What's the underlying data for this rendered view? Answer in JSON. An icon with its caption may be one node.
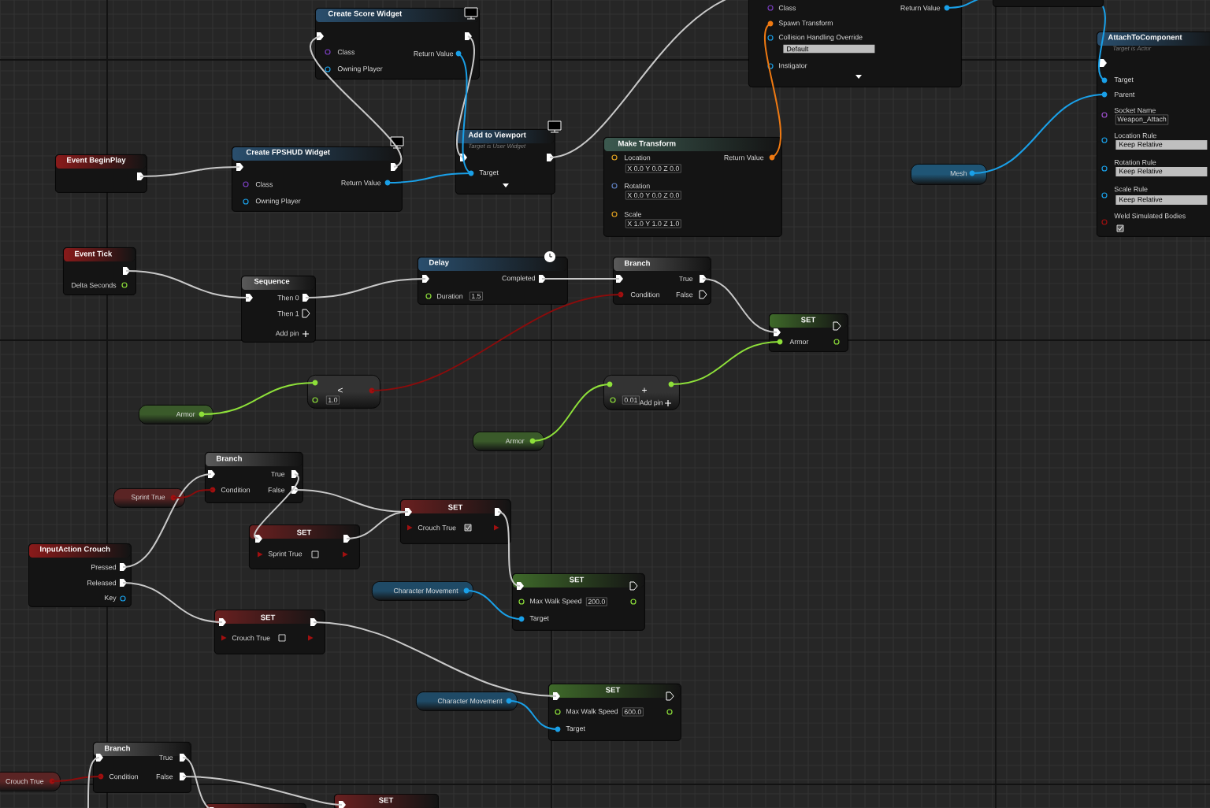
{
  "diagram": {
    "nodes": [
      {
        "text": [
          "Create Score Widget",
          "Class",
          "Owning Player",
          "Return Value"
        ]
      },
      {
        "text": [
          "Event BeginPlay"
        ]
      },
      {
        "text": [
          "Create FPSHUD Widget",
          "Class",
          "Owning Player",
          "Return Value"
        ]
      },
      {
        "text": [
          "Add to Viewport",
          "Target is User Widget",
          "Target"
        ]
      },
      {
        "text": [
          "Make Transform",
          "Location",
          "X 0.0 Y 0.0 Z 0.0",
          "Rotation",
          "X 0.0 Y 0.0 Z 0.0",
          "Scale",
          "X 1.0 Y 1.0 Z 1.0",
          "Return Value"
        ]
      },
      {
        "text": [
          "Class",
          "Return Value",
          "Spawn Transform",
          "Collision Handling Override",
          "Default",
          "Instigator"
        ]
      },
      {
        "text": [],
        "shape": "box"
      },
      {
        "text": [
          "AttachToComponent",
          "Target is Actor",
          "Target",
          "Parent",
          "Socket Name",
          "Weapon_Attach",
          "Location Rule",
          "Keep Relative",
          "Rotation Rule",
          "Keep Relative",
          "Scale Rule",
          "Keep Relative",
          "Weld Simulated Bodies"
        ]
      },
      {
        "text": [
          "Mesh"
        ]
      },
      {
        "text": [
          "Event Tick",
          "Delta Seconds"
        ]
      },
      {
        "text": [
          "Sequence",
          "Then 0",
          "Then 1",
          "Add pin"
        ]
      },
      {
        "text": [
          "Delay",
          "Completed",
          "Duration",
          "1.5"
        ]
      },
      {
        "text": [
          "Branch",
          "True",
          "Condition",
          "False"
        ]
      },
      {
        "text": [
          "SET",
          "Armor"
        ]
      },
      {
        "text": [
          "<",
          "1.0"
        ]
      },
      {
        "text": [
          "Armor"
        ]
      },
      {
        "text": [
          "+",
          "0.01",
          "Add pin"
        ]
      },
      {
        "text": [
          "Armor"
        ]
      },
      {
        "text": [
          "Branch",
          "True",
          "Condition",
          "False"
        ]
      },
      {
        "text": [
          "Sprint True"
        ]
      },
      {
        "text": [
          "InputAction Crouch",
          "Pressed",
          "Released",
          "Key"
        ]
      },
      {
        "text": [
          "SET",
          "Sprint True"
        ]
      },
      {
        "text": [
          "SET",
          "Crouch True"
        ]
      },
      {
        "text": [
          "SET",
          "Crouch True"
        ]
      },
      {
        "text": [
          "Character Movement"
        ]
      },
      {
        "text": [
          "SET",
          "Max Walk Speed",
          "200.0",
          "Target"
        ]
      },
      {
        "text": [
          "Character Movement"
        ]
      },
      {
        "text": [
          "SET",
          "Max Walk Speed",
          "600.0",
          "Target"
        ]
      },
      {
        "text": [
          "Branch",
          "True",
          "Condition",
          "False"
        ]
      },
      {
        "text": [
          "Crouch True"
        ]
      },
      {
        "text": [
          "SET"
        ]
      },
      {
        "text": [],
        "shape": "box"
      }
    ],
    "edges": [
      {
        "from": 1,
        "to": 2,
        "arrow": "none"
      },
      {
        "from": 2,
        "to": 0,
        "arrow": "none"
      },
      {
        "from": 0,
        "to": 3,
        "arrow": "none"
      },
      {
        "from": 2,
        "to": 3,
        "arrow": "none",
        "color": "#1aa0e8"
      },
      {
        "from": 0,
        "to": 3,
        "arrow": "none",
        "color": "#1aa0e8"
      },
      {
        "from": 3,
        "to": 5,
        "arrow": "none"
      },
      {
        "from": 4,
        "to": 5,
        "arrow": "none",
        "color": "#f07a12"
      },
      {
        "from": 5,
        "to": 6,
        "arrow": "none",
        "color": "#1aa0e8"
      },
      {
        "from": 6,
        "to": 7,
        "arrow": "none",
        "color": "#1aa0e8"
      },
      {
        "from": 8,
        "to": 7,
        "arrow": "none",
        "color": "#1aa0e8"
      },
      {
        "from": 9,
        "to": 10,
        "arrow": "none"
      },
      {
        "from": 10,
        "to": 11,
        "arrow": "none"
      },
      {
        "from": 11,
        "to": 12,
        "arrow": "none"
      },
      {
        "from": 12,
        "to": 13,
        "arrow": "none"
      },
      {
        "from": 14,
        "to": 12,
        "arrow": "none",
        "color": "#8a0c0c"
      },
      {
        "from": 15,
        "to": 14,
        "arrow": "none",
        "color": "#8ee03a"
      },
      {
        "from": 17,
        "to": 16,
        "arrow": "none",
        "color": "#8ee03a"
      },
      {
        "from": 16,
        "to": 13,
        "arrow": "none",
        "color": "#8ee03a"
      },
      {
        "from": 20,
        "to": 18,
        "arrow": "none"
      },
      {
        "from": 19,
        "to": 18,
        "arrow": "none",
        "color": "#8a0c0c"
      },
      {
        "from": 18,
        "to": 22,
        "arrow": "none"
      },
      {
        "from": 18,
        "to": 21,
        "arrow": "none"
      },
      {
        "from": 21,
        "to": 22,
        "arrow": "none"
      },
      {
        "from": 20,
        "to": 23,
        "arrow": "none"
      },
      {
        "from": 22,
        "to": 25,
        "arrow": "none"
      },
      {
        "from": 24,
        "to": 25,
        "arrow": "none",
        "color": "#1aa0e8"
      },
      {
        "from": 23,
        "to": 27,
        "arrow": "none"
      },
      {
        "from": 26,
        "to": 27,
        "arrow": "none",
        "color": "#1aa0e8"
      },
      {
        "from": 29,
        "to": 28,
        "arrow": "none",
        "color": "#8a0c0c"
      },
      {
        "from": 28,
        "to": 30,
        "arrow": "none"
      },
      {
        "from": null,
        "to": 28,
        "arrow": "none"
      },
      {
        "from": 28,
        "to": 31,
        "arrow": "none"
      }
    ]
  }
}
